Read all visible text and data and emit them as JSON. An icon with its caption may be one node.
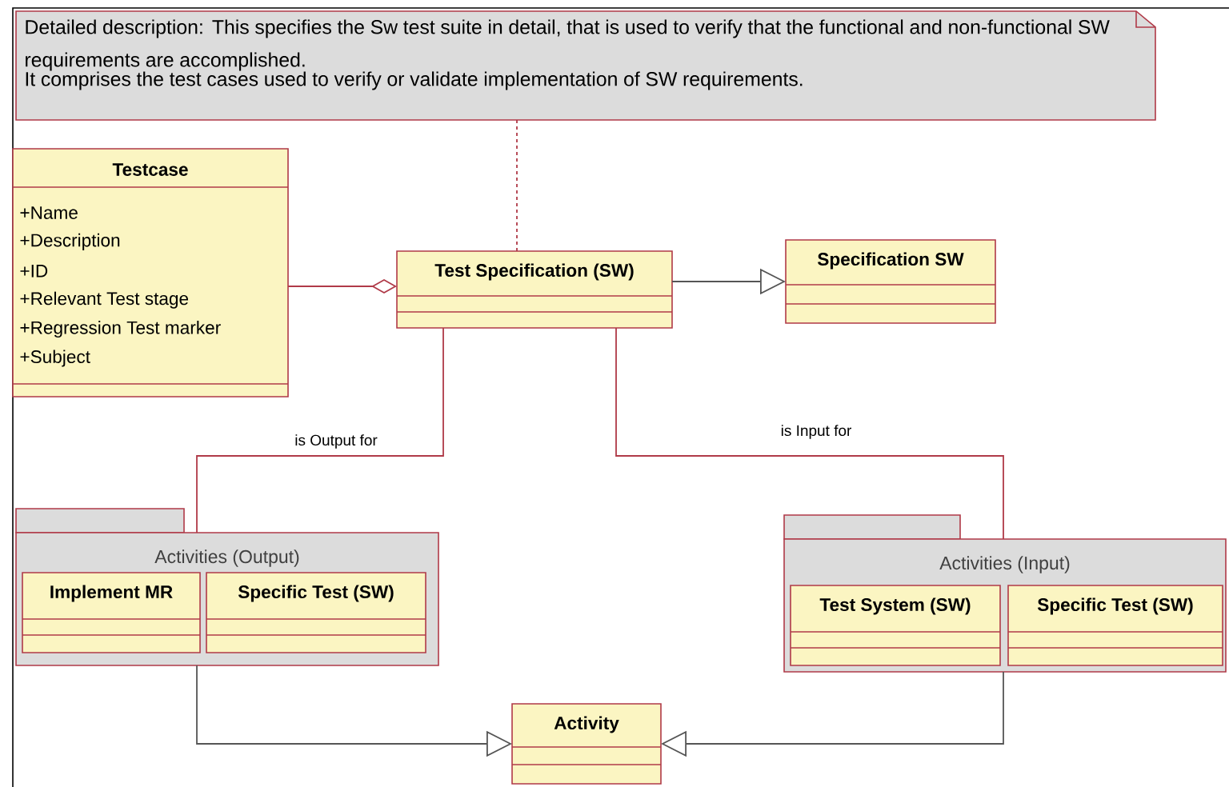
{
  "diagram": {
    "nodes": [
      {
        "text": [
          "Detailed description: This specifies the Sw test suite in detail, that is used to verify that the functional and non-functional SW requirements are accomplished.",
          "It comprises the test cases used to verify or validate implementation of SW requirements."
        ]
      },
      {
        "text": [
          "Testcase",
          "+Name",
          "+Description",
          "+ID",
          "+Relevant Test stage",
          "+Regression Test marker",
          "+Subject"
        ]
      },
      {
        "text": [
          "Test Specification (SW)"
        ]
      },
      {
        "text": [
          "Specification SW"
        ]
      },
      {
        "text": [
          "Activities (Output)"
        ]
      },
      {
        "text": [
          "Implement MR"
        ],
        "in": 4
      },
      {
        "text": [
          "Specific Test (SW)"
        ],
        "in": 4
      },
      {
        "text": [
          "Activities (Input)"
        ]
      },
      {
        "text": [
          "Test System (SW)"
        ],
        "in": 7
      },
      {
        "text": [
          "Specific Test (SW)"
        ],
        "in": 7
      },
      {
        "text": [
          "Activity"
        ]
      }
    ],
    "edges": [
      {
        "from": 0,
        "to": 2,
        "arrow": "none",
        "style": "dashed"
      },
      {
        "from": 1,
        "to": 2,
        "arrow": "other"
      },
      {
        "from": 2,
        "to": 3,
        "arrow": "to",
        "color": "#555555"
      },
      {
        "from": 2,
        "to": 4,
        "arrow": "none",
        "label": "is Output for"
      },
      {
        "from": 2,
        "to": 7,
        "arrow": "none",
        "label": "is Input for"
      },
      {
        "from": 4,
        "to": 10,
        "arrow": "to",
        "color": "#555555"
      },
      {
        "from": 7,
        "to": 10,
        "arrow": "to",
        "color": "#555555"
      }
    ]
  }
}
